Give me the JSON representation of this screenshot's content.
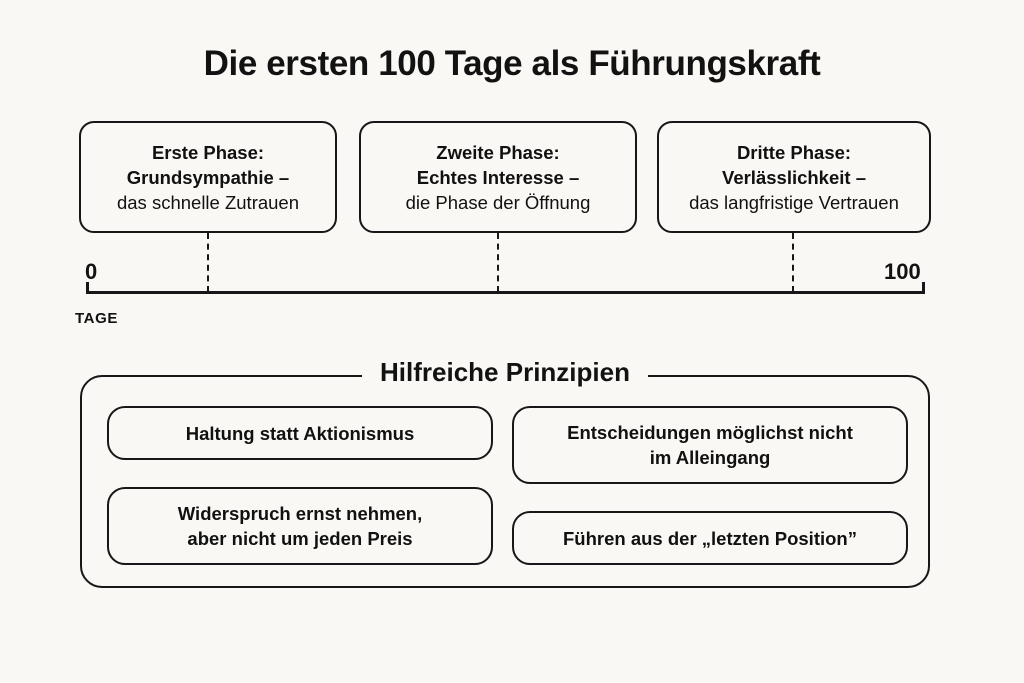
{
  "title": "Die ersten 100 Tage als Führungskraft",
  "colors": {
    "background": "#faf8f4",
    "ink": "#17171a",
    "text": "#121212"
  },
  "phases": [
    {
      "line1": "Erste Phase:",
      "line2": "Grundsympathie –",
      "line3": "das schnelle Zutrauen"
    },
    {
      "line1": "Zweite Phase:",
      "line2": "Echtes Interesse –",
      "line3": "die Phase der Öffnung"
    },
    {
      "line1": "Dritte Phase:",
      "line2": "Verlässlichkeit –",
      "line3": "das langfristige Vertrauen"
    }
  ],
  "timeline": {
    "start_label": "0",
    "end_label": "100",
    "unit_label": "TAGE"
  },
  "principles": {
    "legend": "Hilfreiche Prinzipien",
    "items": [
      {
        "line1": "Haltung statt Aktionismus",
        "line2": ""
      },
      {
        "line1": "Widerspruch ernst nehmen,",
        "line2": "aber nicht um jeden Preis"
      },
      {
        "line1": "Entscheidungen möglichst nicht",
        "line2": "im Alleingang"
      },
      {
        "line1": "Führen aus der „letzten Position”",
        "line2": ""
      }
    ]
  },
  "chart_data": {
    "type": "timeline",
    "title": "Die ersten 100 Tage als Führungskraft",
    "xlabel": "TAGE",
    "xlim": [
      0,
      100
    ],
    "tick_labels": [
      "0",
      "100"
    ],
    "grid": false,
    "legend": "none",
    "markers": [
      {
        "label": "Erste Phase: Grundsympathie – das schnelle Zutrauen",
        "x": 15
      },
      {
        "label": "Zweite Phase: Echtes Interesse – die Phase der Öffnung",
        "x": 49
      },
      {
        "label": "Dritte Phase: Verlässlichkeit – das langfristige Vertrauen",
        "x": 84
      }
    ]
  }
}
